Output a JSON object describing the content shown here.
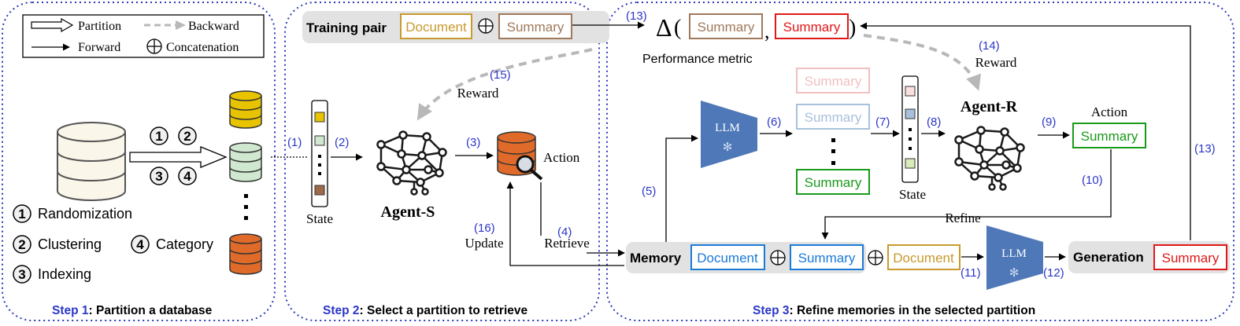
{
  "colors": {
    "step_label": "#2b36c8",
    "number": "#2b36c8",
    "document": "#c89a2e",
    "summary_brown": "#a0785a",
    "summary_red": "#e01818",
    "summary_green": "#1a9a1a",
    "summary_blue": "#1a7ad8",
    "summary_lightblue": "#a8c0dc",
    "summary_pink": "#f0c0c0",
    "llm": "#4f78b8",
    "db_yellow": "#e8c400",
    "db_green": "#cfe8cf",
    "db_orange": "#e06a2a",
    "arrow_gray": "#b8b8b8",
    "bar_gray": "#e2e2e2"
  },
  "legend": {
    "partition": "Partition",
    "backward": "Backward",
    "forward": "Forward",
    "concatenation": "Concatenation",
    "icons": [
      "hollow-arrow-icon",
      "dashed-arrow-icon",
      "solid-arrow-icon",
      "circle-plus-icon"
    ]
  },
  "step1": {
    "step_word": "Step 1",
    "title": ": Partition a database",
    "circled": [
      "1",
      "2",
      "3",
      "4"
    ],
    "methods": [
      {
        "num": "1",
        "label": "Randomization"
      },
      {
        "num": "2",
        "label": "Clustering"
      },
      {
        "num": "3",
        "label": "Indexing"
      },
      {
        "num": "4",
        "label": "Category"
      }
    ]
  },
  "step2": {
    "step_word": "Step 2",
    "title": ": Select a partition to retrieve",
    "training_pair": "Training pair",
    "document": "Document",
    "summary": "Summary",
    "state": "State",
    "agent_s": "Agent-S",
    "action": "Action",
    "reward": "Reward",
    "update": "Update",
    "retrieve": "Retrieve"
  },
  "step3": {
    "step_word": "Step 3",
    "title": ": Refine memories in the selected partition",
    "delta": "Δ",
    "paren_open": "(",
    "paren_close": ")",
    "comma": ",",
    "summary": "Summary",
    "performance_metric": "Performance metric",
    "reward": "Reward",
    "agent_r": "Agent-R",
    "action": "Action",
    "state": "State",
    "llm": "LLM",
    "refine": "Refine",
    "memory": "Memory",
    "document": "Document",
    "generation": "Generation"
  },
  "numbers": [
    "(1)",
    "(2)",
    "(3)",
    "(4)",
    "(5)",
    "(6)",
    "(7)",
    "(8)",
    "(9)",
    "(10)",
    "(11)",
    "(12)",
    "(13)",
    "(13)",
    "(14)",
    "(15)",
    "(16)"
  ]
}
